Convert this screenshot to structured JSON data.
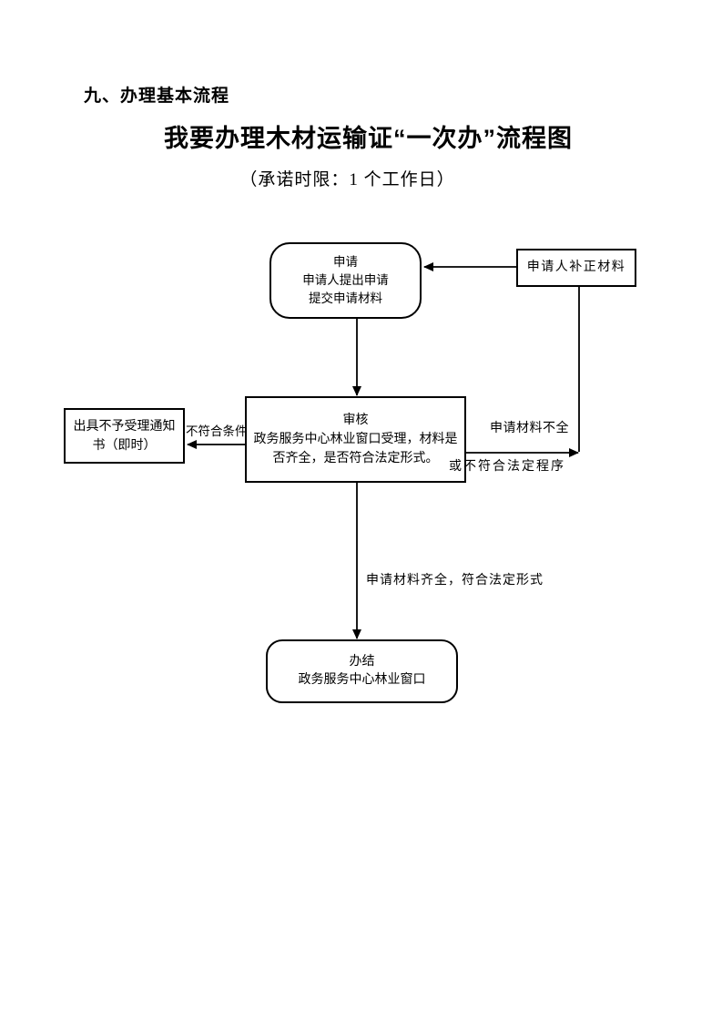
{
  "document": {
    "section_heading": "九、办理基本流程",
    "title": "我要办理木材运输证“一次办”流程图",
    "subtitle": "（承诺时限：1 个工作日）"
  },
  "flowchart": {
    "apply_node": {
      "line1": "申请",
      "line2": "申请人提出申请",
      "line3": "提交申请材料"
    },
    "supplement_node": {
      "label": "申请人补正材料"
    },
    "review_node": {
      "line1": "审核",
      "line2": "政务服务中心林业窗口受理，材料是",
      "line3": "否齐全，是否符合法定形式。"
    },
    "reject_node": {
      "line1": "出具不予受理通知",
      "line2": "书（即时）"
    },
    "complete_node": {
      "line1": "办结",
      "line2": "政务服务中心林业窗口"
    },
    "edge_labels": {
      "not_qualified": "不符合条件",
      "materials_incomplete": "申请材料不全",
      "or_not_legal": "或不符合法定程序",
      "materials_complete": "申请材料齐全，符合法定形式"
    }
  },
  "colors": {
    "text": "#000000",
    "line": "#000000",
    "background": "#ffffff"
  }
}
